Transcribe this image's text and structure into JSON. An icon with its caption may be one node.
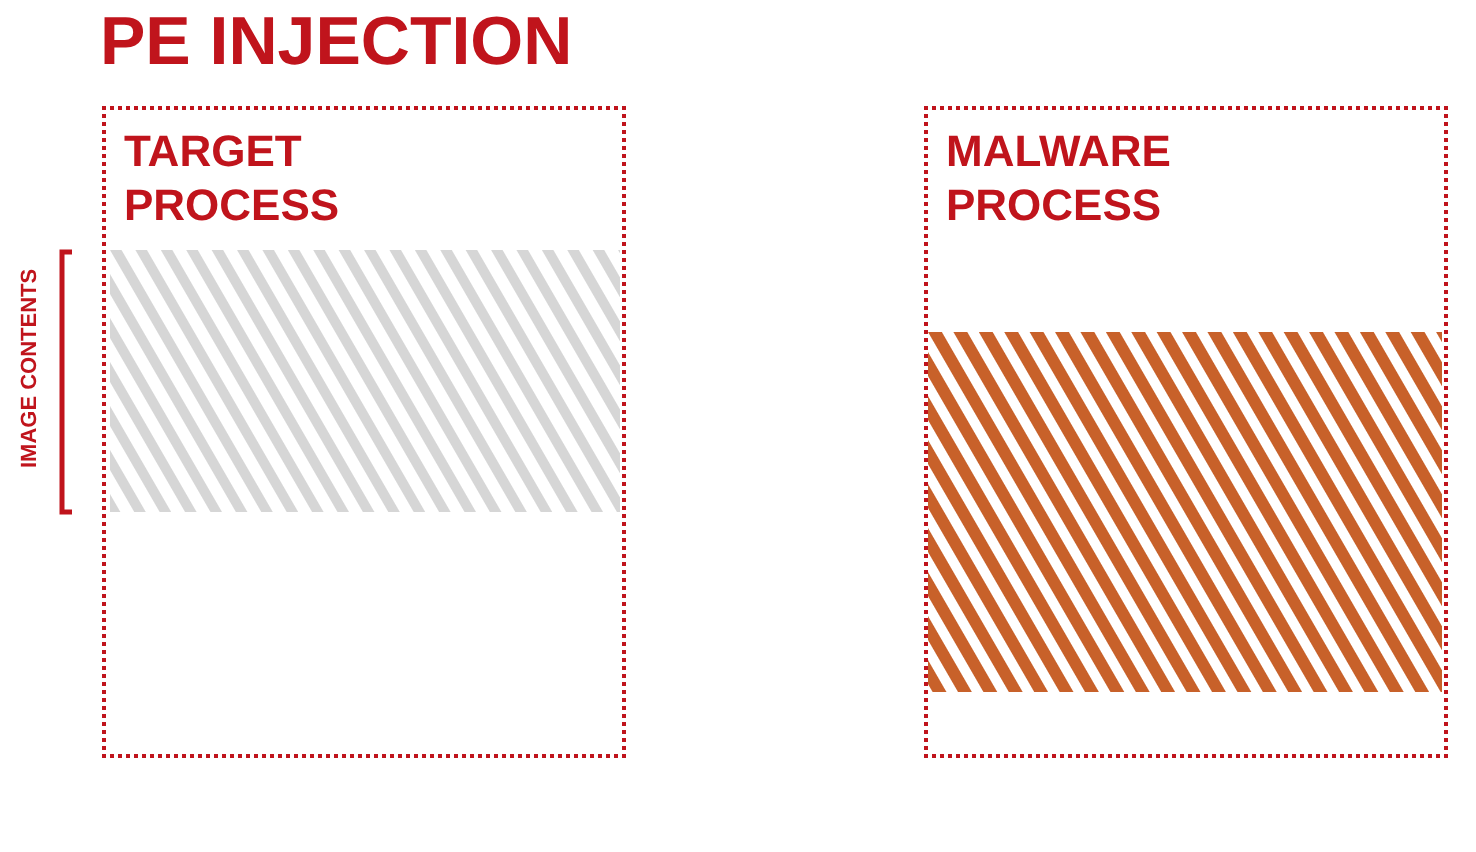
{
  "diagram": {
    "title": "PE INJECTION",
    "nodes": [
      {
        "text": [
          "TARGET PROCESS"
        ]
      },
      {
        "text": [],
        "shape": "box",
        "in": 0
      },
      {
        "text": [
          "MALWARE PROCESS"
        ]
      },
      {
        "text": [],
        "shape": "box",
        "in": 2
      }
    ],
    "labels": [
      "IMAGE CONTENTS"
    ]
  }
}
